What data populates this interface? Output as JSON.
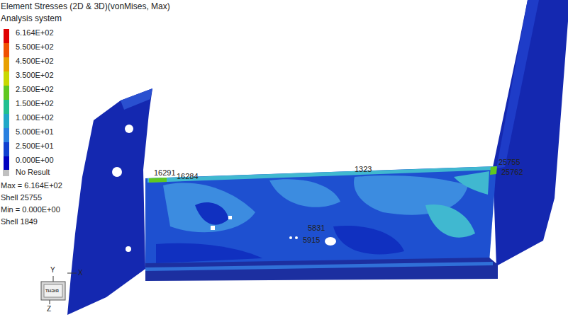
{
  "diagram": {
    "title": "Element Stresses (2D & 3D)(vonMises, Max)",
    "labels": [
      "Analysis system",
      "Max = 6.164E+02",
      "Shell 25755",
      "Min = 0.000E+00",
      "Shell 1849",
      "16291",
      "16284",
      "1323",
      "25755",
      "25762",
      "5831",
      "5915",
      "Y",
      "X",
      "Z",
      "RIGHT"
    ],
    "legend": [
      {
        "text": "6.164E+02",
        "color": "#e00000"
      },
      {
        "text": "5.500E+02",
        "color": "#f05000"
      },
      {
        "text": "4.500E+02",
        "color": "#e8a000"
      },
      {
        "text": "3.500E+02",
        "color": "#c8d800"
      },
      {
        "text": "2.500E+02",
        "color": "#60c820"
      },
      {
        "text": "1.500E+02",
        "color": "#20c090"
      },
      {
        "text": "1.000E+02",
        "color": "#20a8c8"
      },
      {
        "text": "5.000E+01",
        "color": "#2880e0"
      },
      {
        "text": "2.500E+01",
        "color": "#1040d0"
      },
      {
        "text": "0.000E+00",
        "color": "#0000c0"
      },
      {
        "text": "No Result",
        "color": "#c0c0c0"
      }
    ]
  }
}
